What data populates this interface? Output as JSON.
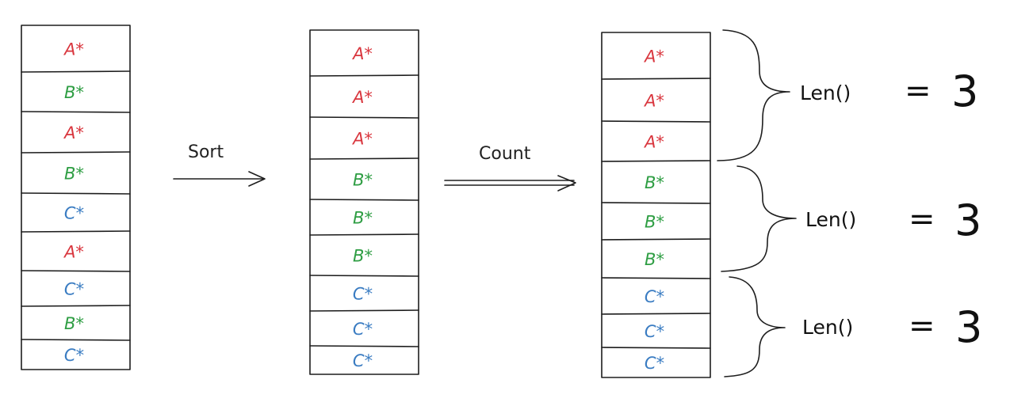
{
  "colors": {
    "A": "#d9363e",
    "B": "#2f9e44",
    "C": "#3a7cc2"
  },
  "columns": {
    "original": [
      "A*",
      "B*",
      "A*",
      "B*",
      "C*",
      "A*",
      "C*",
      "B*",
      "C*"
    ],
    "sorted": [
      "A*",
      "A*",
      "A*",
      "B*",
      "B*",
      "B*",
      "C*",
      "C*",
      "C*"
    ],
    "counted": [
      "A*",
      "A*",
      "A*",
      "B*",
      "B*",
      "B*",
      "C*",
      "C*",
      "C*"
    ]
  },
  "arrows": {
    "sort_label": "Sort",
    "count_label": "Count"
  },
  "groups": [
    {
      "func": "Len()",
      "equals": "=",
      "result": "3"
    },
    {
      "func": "Len()",
      "equals": "=",
      "result": "3"
    },
    {
      "func": "Len()",
      "equals": "=",
      "result": "3"
    }
  ]
}
